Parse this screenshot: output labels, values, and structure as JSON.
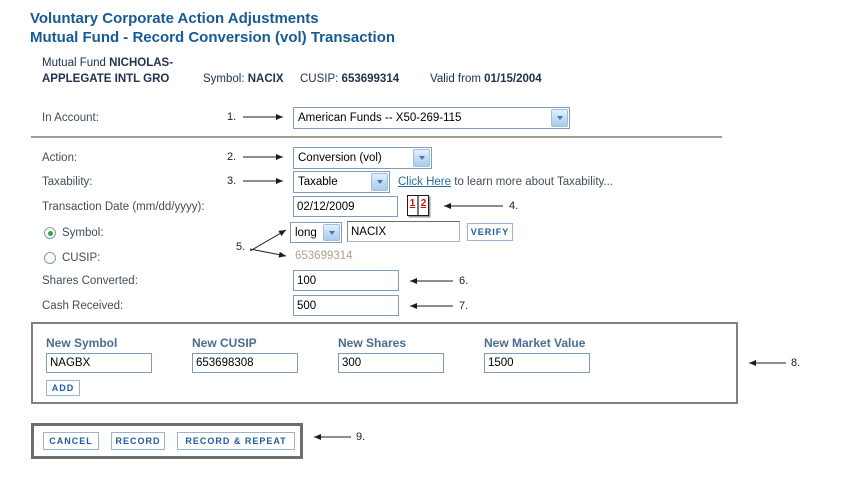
{
  "page": {
    "title_line1": "Voluntary Corporate Action Adjustments",
    "title_line2": "Mutual Fund - Record Conversion (vol) Transaction"
  },
  "fund": {
    "label": "Mutual Fund",
    "name_line1": "NICHOLAS-",
    "name_line2": "APPLEGATE INTL GRO",
    "symbol_label": "Symbol:",
    "symbol": "NACIX",
    "cusip_label": "CUSIP:",
    "cusip": "653699314",
    "valid_from_label": "Valid from",
    "valid_from_date": "01/15/2004"
  },
  "form": {
    "in_account": {
      "label": "In Account:",
      "annotation": "1.",
      "selected_option": "American Funds -- X50-269-115"
    },
    "action": {
      "label": "Action:",
      "annotation": "2.",
      "selected_option": "Conversion (vol)"
    },
    "taxability": {
      "label": "Taxability:",
      "annotation": "3.",
      "selected_option": "Taxable",
      "link_text": "Click Here",
      "link_suffix": "to learn more about Taxability..."
    },
    "transaction_date": {
      "label": "Transaction Date (mm/dd/yyyy):",
      "annotation": "4.",
      "value": "02/12/2009"
    },
    "symbol_option": {
      "label": "Symbol:",
      "annotation": "5.",
      "position_type": "long",
      "value": "NACIX",
      "verify_button": "VERIFY"
    },
    "cusip_option": {
      "label": "CUSIP:",
      "value": "653699314"
    },
    "shares_converted": {
      "label": "Shares Converted:",
      "annotation": "6.",
      "value": "100"
    },
    "cash_received": {
      "label": "Cash Received:",
      "annotation": "7.",
      "value": "500"
    }
  },
  "new_position": {
    "annotation": "8.",
    "columns": [
      {
        "header": "New Symbol",
        "value": "NAGBX"
      },
      {
        "header": "New CUSIP",
        "value": "653698308"
      },
      {
        "header": "New Shares",
        "value": "300"
      },
      {
        "header": "New Market Value",
        "value": "1500"
      }
    ],
    "add_button": "ADD"
  },
  "footer_actions": {
    "annotation": "9.",
    "cancel_button": "CANCEL",
    "record_button": "RECORD",
    "record_repeat_button": "RECORD & REPEAT"
  },
  "icons": {
    "calendar_left_digit": "1",
    "calendar_right_digit": "2"
  },
  "colors": {
    "title_blue": "#175a94",
    "link_blue": "#2a6d9e",
    "button_text_blue": "#1f5c9e",
    "column_header_blue": "#4a6d92",
    "muted_cusip_text": "#a8a492",
    "box_border_gray": "#808080",
    "input_border_blue": "#7f9db9",
    "selected_radio_green": "#3ba33b"
  }
}
